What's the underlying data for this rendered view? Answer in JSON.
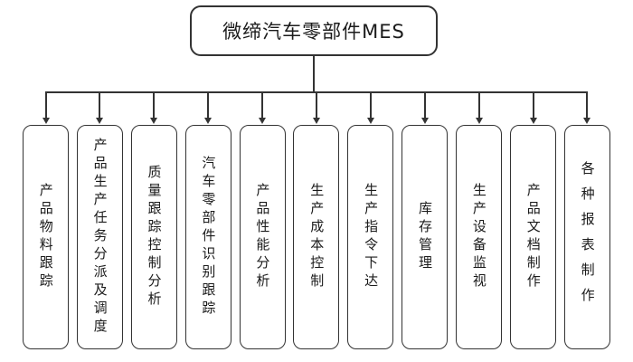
{
  "diagram": {
    "root": "微缔汽车零部件MES",
    "modules": [
      "产品物料跟踪",
      "产品生产任务分派及调度",
      "质量跟踪控制分析",
      "汽车零部件识别跟踪",
      "产品性能分析",
      "生产成本控制",
      "生产指令下达",
      "库存管理",
      "生产设备监视",
      "产品文档制作",
      "各种报表制作"
    ],
    "line_color": "#333333",
    "background_color": "#ffffff",
    "text_color": "#1b1b1b"
  }
}
